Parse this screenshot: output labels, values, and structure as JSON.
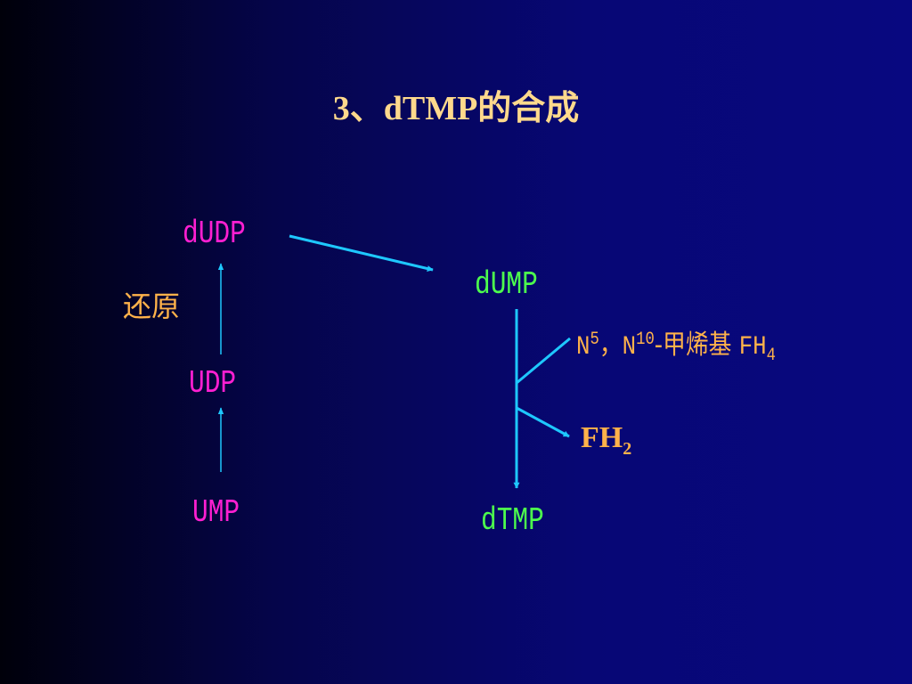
{
  "title": "3、dTMP的合成",
  "nodes": {
    "dudp": "dUDP",
    "udp": "UDP",
    "ump": "UMP",
    "dump": "dUMP",
    "dtmp": "dTMP"
  },
  "labels": {
    "reduction": "还原"
  },
  "reagent": {
    "n_letter": "N",
    "n5_sup": "5",
    "separator": "，",
    "n10_letter": "N",
    "n10_sup": "10",
    "name": "-甲烯基 ",
    "fh_letters": "FH",
    "fh_sub": "4"
  },
  "product": {
    "letters": "FH",
    "sub": "2"
  },
  "colors": {
    "title": "#ffd98c",
    "nucleotide_magenta": "#ff1fd2",
    "nucleotide_green": "#4dff4d",
    "reagent_orange": "#ffb24a",
    "arrow_blue": "#1ec8ff"
  }
}
